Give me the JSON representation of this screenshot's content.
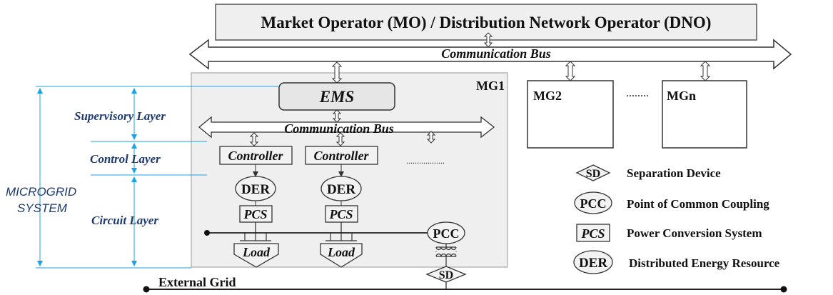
{
  "title": "Market Operator (MO) / Distribution Network Operator (DNO)",
  "top_bus_label": "Communication Bus",
  "inner_bus_label": "Communication Bus",
  "mg1_label": "MG1",
  "mg2_label": "MG2",
  "mgn_label": "MGn",
  "mg_ellipsis": "........",
  "controller_ellipsis": "..................",
  "ems_label": "EMS",
  "controller_label": "Controller",
  "der_label": "DER",
  "pcs_label": "PCS",
  "load_label": "Load",
  "pcc_label": "PCC",
  "sd_label": "SD",
  "external_grid_label": "External Grid",
  "layers": {
    "supervisory": "Supervisory Layer",
    "control": "Control Layer",
    "circuit": "Circuit Layer",
    "system_line1": "MICROGRID",
    "system_line2": "SYSTEM"
  },
  "legend": [
    {
      "symbol": "SD",
      "text": "Separation Device"
    },
    {
      "symbol": "PCC",
      "text": "Point of Common Coupling"
    },
    {
      "symbol": "PCS",
      "text": "Power Conversion System"
    },
    {
      "symbol": "DER",
      "text": "Distributed Energy Resource"
    }
  ],
  "colors": {
    "layer_text": "#1f3a6e",
    "layer_lines": "#1aa3e8",
    "mg1_fill": "#efefef",
    "ems_fill": "#e6e6e6",
    "stroke": "#222222"
  }
}
